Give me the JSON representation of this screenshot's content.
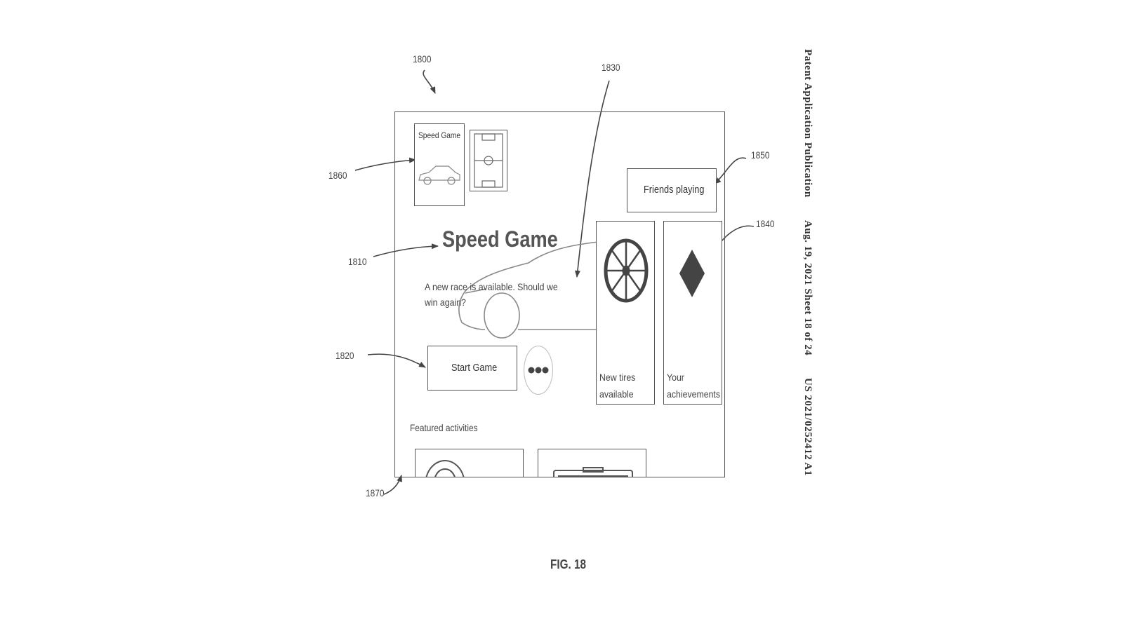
{
  "figure": {
    "caption": "FIG. 18"
  },
  "header": {
    "publication": "Patent Application Publication",
    "date_sheet": "Aug. 19, 2021  Sheet 18 of 24",
    "number": "US 2021/0252412 A1"
  },
  "refs": {
    "r1800": "1800",
    "r1810": "1810",
    "r1820": "1820",
    "r1830": "1830",
    "r1840": "1840",
    "r1850": "1850",
    "r1860": "1860",
    "r1870": "1870"
  },
  "ui": {
    "thumb_game_label": "Speed Game",
    "title": "Speed Game",
    "description": "A new race is available. Should we win again?",
    "start_button": "Start Game",
    "friends_button": "Friends playing",
    "card_tires": "New tires available",
    "card_achievements": "Your achievements",
    "featured_label": "Featured activities"
  }
}
